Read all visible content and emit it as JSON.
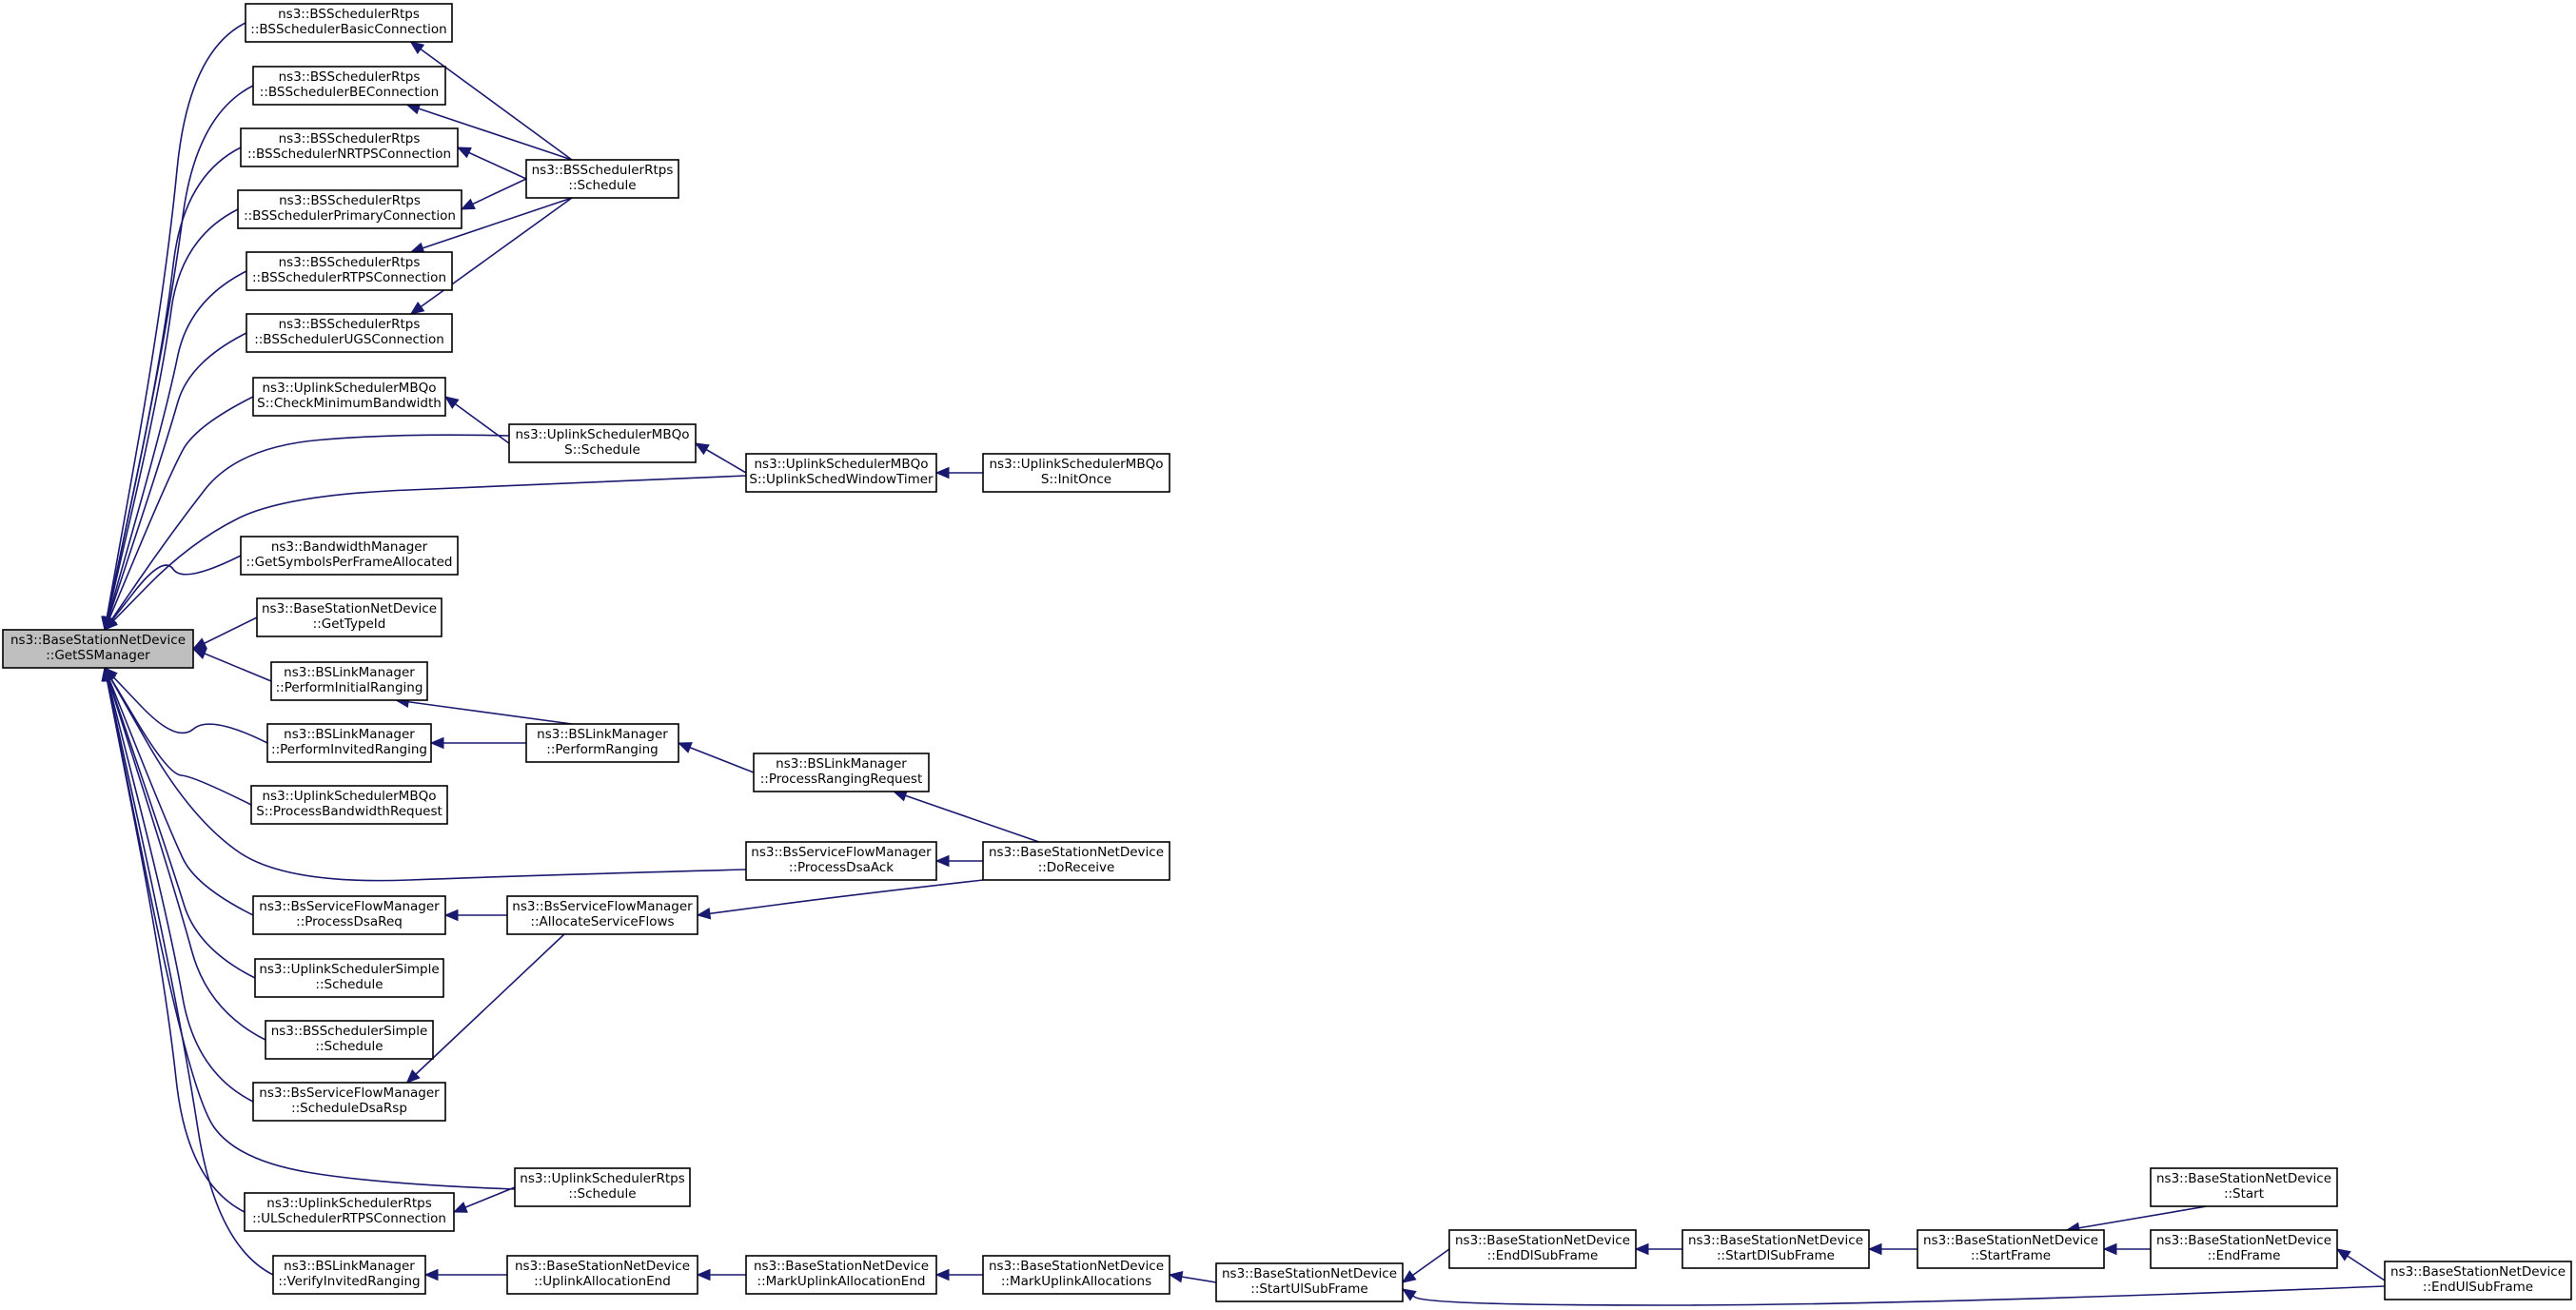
{
  "graph": {
    "nodes": {
      "n0": [
        "ns3::BaseStationNetDevice",
        "::GetSSManager"
      ],
      "n1": [
        "ns3::BSSchedulerRtps",
        "::BSSchedulerBasicConnection"
      ],
      "n2": [
        "ns3::BSSchedulerRtps",
        "::BSSchedulerBEConnection"
      ],
      "n3": [
        "ns3::BSSchedulerRtps",
        "::BSSchedulerNRTPSConnection"
      ],
      "n4": [
        "ns3::BSSchedulerRtps",
        "::BSSchedulerPrimaryConnection"
      ],
      "n5": [
        "ns3::BSSchedulerRtps",
        "::BSSchedulerRTPSConnection"
      ],
      "n6": [
        "ns3::BSSchedulerRtps",
        "::BSSchedulerUGSConnection"
      ],
      "n7": [
        "ns3::UplinkSchedulerMBQo",
        "S::CheckMinimumBandwidth"
      ],
      "n8": [
        "ns3::BandwidthManager",
        "::GetSymbolsPerFrameAllocated"
      ],
      "n9": [
        "ns3::BaseStationNetDevice",
        "::GetTypeId"
      ],
      "n10": [
        "ns3::BSLinkManager",
        "::PerformInitialRanging"
      ],
      "n11": [
        "ns3::BSLinkManager",
        "::PerformInvitedRanging"
      ],
      "n12": [
        "ns3::UplinkSchedulerMBQo",
        "S::ProcessBandwidthRequest"
      ],
      "n13": [
        "ns3::BsServiceFlowManager",
        "::ProcessDsaReq"
      ],
      "n14": [
        "ns3::UplinkSchedulerSimple",
        "::Schedule"
      ],
      "n15": [
        "ns3::BSSchedulerSimple",
        "::Schedule"
      ],
      "n16": [
        "ns3::BsServiceFlowManager",
        "::ScheduleDsaRsp"
      ],
      "n17": [
        "ns3::UplinkSchedulerRtps",
        "::ULSchedulerRTPSConnection"
      ],
      "n18": [
        "ns3::BSLinkManager",
        "::VerifyInvitedRanging"
      ],
      "n19": [
        "ns3::BSSchedulerRtps",
        "::Schedule"
      ],
      "n20": [
        "ns3::UplinkSchedulerMBQo",
        "S::Schedule"
      ],
      "n21": [
        "ns3::BSLinkManager",
        "::PerformRanging"
      ],
      "n22": [
        "ns3::BsServiceFlowManager",
        "::AllocateServiceFlows"
      ],
      "n23": [
        "ns3::UplinkSchedulerRtps",
        "::Schedule"
      ],
      "n24": [
        "ns3::BaseStationNetDevice",
        "::UplinkAllocationEnd"
      ],
      "n25": [
        "ns3::UplinkSchedulerMBQo",
        "S::UplinkSchedWindowTimer"
      ],
      "n26": [
        "ns3::BSLinkManager",
        "::ProcessRangingRequest"
      ],
      "n27": [
        "ns3::BsServiceFlowManager",
        "::ProcessDsaAck"
      ],
      "n28": [
        "ns3::BaseStationNetDevice",
        "::MarkUplinkAllocationEnd"
      ],
      "n29": [
        "ns3::UplinkSchedulerMBQo",
        "S::InitOnce"
      ],
      "n30": [
        "ns3::BaseStationNetDevice",
        "::DoReceive"
      ],
      "n31": [
        "ns3::BaseStationNetDevice",
        "::MarkUplinkAllocations"
      ],
      "n32": [
        "ns3::BaseStationNetDevice",
        "::StartUlSubFrame"
      ],
      "n33": [
        "ns3::BaseStationNetDevice",
        "::EndDlSubFrame"
      ],
      "n34": [
        "ns3::BaseStationNetDevice",
        "::StartDlSubFrame"
      ],
      "n35": [
        "ns3::BaseStationNetDevice",
        "::StartFrame"
      ],
      "n36": [
        "ns3::BaseStationNetDevice",
        "::Start"
      ],
      "n37": [
        "ns3::BaseStationNetDevice",
        "::EndFrame"
      ],
      "n38": [
        "ns3::BaseStationNetDevice",
        "::EndUlSubFrame"
      ]
    },
    "highlighted_node": "n0",
    "edges": [
      [
        "n1",
        "n0"
      ],
      [
        "n2",
        "n0"
      ],
      [
        "n3",
        "n0"
      ],
      [
        "n4",
        "n0"
      ],
      [
        "n5",
        "n0"
      ],
      [
        "n6",
        "n0"
      ],
      [
        "n7",
        "n0"
      ],
      [
        "n20",
        "n0"
      ],
      [
        "n25",
        "n0"
      ],
      [
        "n8",
        "n0"
      ],
      [
        "n9",
        "n0"
      ],
      [
        "n10",
        "n0"
      ],
      [
        "n11",
        "n0"
      ],
      [
        "n12",
        "n0"
      ],
      [
        "n27",
        "n0"
      ],
      [
        "n13",
        "n0"
      ],
      [
        "n14",
        "n0"
      ],
      [
        "n15",
        "n0"
      ],
      [
        "n16",
        "n0"
      ],
      [
        "n23",
        "n0"
      ],
      [
        "n17",
        "n0"
      ],
      [
        "n18",
        "n0"
      ],
      [
        "n19",
        "n1"
      ],
      [
        "n19",
        "n2"
      ],
      [
        "n19",
        "n3"
      ],
      [
        "n19",
        "n4"
      ],
      [
        "n19",
        "n5"
      ],
      [
        "n19",
        "n6"
      ],
      [
        "n20",
        "n7"
      ],
      [
        "n25",
        "n20"
      ],
      [
        "n29",
        "n25"
      ],
      [
        "n21",
        "n10"
      ],
      [
        "n21",
        "n11"
      ],
      [
        "n26",
        "n21"
      ],
      [
        "n30",
        "n26"
      ],
      [
        "n30",
        "n27"
      ],
      [
        "n22",
        "n13"
      ],
      [
        "n22",
        "n16"
      ],
      [
        "n30",
        "n22"
      ],
      [
        "n23",
        "n17"
      ],
      [
        "n24",
        "n18"
      ],
      [
        "n28",
        "n24"
      ],
      [
        "n31",
        "n28"
      ],
      [
        "n32",
        "n31"
      ],
      [
        "n33",
        "n32"
      ],
      [
        "n34",
        "n33"
      ],
      [
        "n35",
        "n34"
      ],
      [
        "n36",
        "n35"
      ],
      [
        "n37",
        "n35"
      ],
      [
        "n38",
        "n37"
      ],
      [
        "n38",
        "n32"
      ]
    ]
  },
  "colors": {
    "edge": "#191970",
    "node_fill": "#ffffff",
    "highlight_fill": "#bfbfbf",
    "border": "#000000"
  }
}
